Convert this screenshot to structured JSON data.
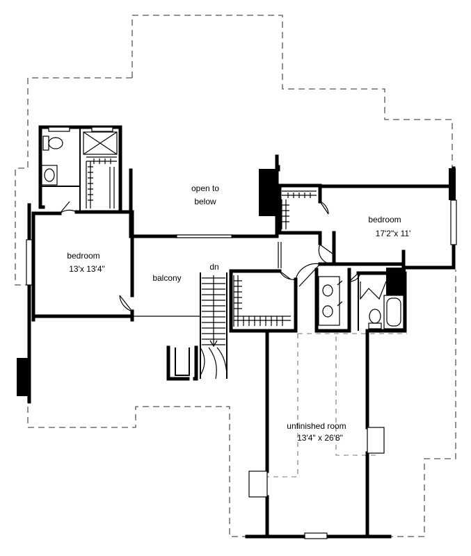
{
  "rooms": {
    "open_to_below": {
      "line1": "open to",
      "line2": "below"
    },
    "bedroom_left": {
      "name": "bedroom",
      "size": "13'x 13'4\""
    },
    "bedroom_right": {
      "name": "bedroom",
      "size": "17'2\"x 11'"
    },
    "balcony": {
      "name": "balcony"
    },
    "stair": {
      "label": "dn"
    },
    "unfinished": {
      "name": "unfinished room",
      "size": "13'4\" x 26'8\""
    }
  }
}
